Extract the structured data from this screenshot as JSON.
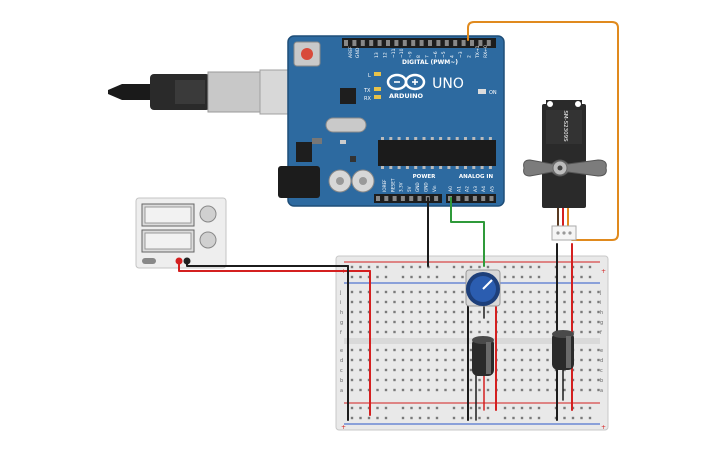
{
  "arduino": {
    "digital_label": "DIGITAL (PWM~)",
    "brand": "ARDUINO",
    "model": "UNO",
    "power_label": "POWER",
    "analog_label": "ANALOG IN",
    "on_label": "ON",
    "led_l": "L",
    "led_tx": "TX",
    "led_rx": "RX",
    "aref": "AREF",
    "gnd": "GND",
    "digital_pins": [
      "13",
      "12",
      "~11",
      "~10",
      "~9",
      "8",
      "7",
      "~6",
      "~5",
      "4",
      "~3",
      "2",
      "TX→1",
      "RX←0"
    ],
    "power_pins": [
      "IOREF",
      "RESET",
      "3.3V",
      "5V",
      "GND",
      "GND",
      "Vin"
    ],
    "analog_pins": [
      "A0",
      "A1",
      "A2",
      "A3",
      "A4",
      "A5"
    ]
  },
  "servo": {
    "model": "SM-S2309S"
  },
  "breadboard": {
    "row_letters_top": [
      "j",
      "i",
      "h",
      "g",
      "f"
    ],
    "row_letters_bottom": [
      "e",
      "d",
      "c",
      "b",
      "a"
    ],
    "plus": "+",
    "minus": "-"
  },
  "colors": {
    "arduino_blue": "#2d6aa0",
    "wire_black": "#1c1c1c",
    "wire_red": "#d42020",
    "wire_green": "#2f9a3a",
    "wire_orange": "#e08a1e",
    "breadboard": "#e9e9e9"
  }
}
